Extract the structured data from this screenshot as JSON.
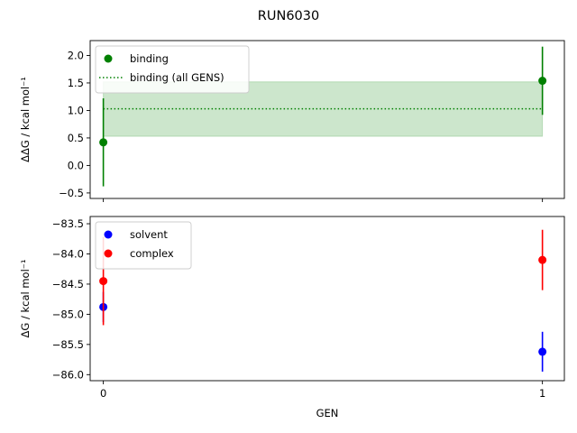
{
  "figure_title": "RUN6030",
  "chart_data": [
    {
      "type": "scatter",
      "panel": "top",
      "ylabel": "ΔΔG / kcal mol⁻¹",
      "xlim": [
        -0.03,
        1.05
      ],
      "ylim": [
        -0.6,
        2.27
      ],
      "x_ticks": [
        0,
        1
      ],
      "x_tick_labels": [
        "",
        ""
      ],
      "y_ticks": [
        -0.5,
        0.0,
        0.5,
        1.0,
        1.5,
        2.0
      ],
      "y_tick_labels": [
        "−0.5",
        "0.0",
        "0.5",
        "1.0",
        "1.5",
        "2.0"
      ],
      "legend_position": "top-left",
      "series": [
        {
          "name": "binding",
          "color": "#008000",
          "marker": "circle",
          "x": [
            0,
            1
          ],
          "y": [
            0.42,
            1.54
          ],
          "yerr": [
            0.8,
            0.62
          ]
        }
      ],
      "reference_line": {
        "name": "binding (all GENS)",
        "color": "#008000",
        "style": "dotted",
        "y": 1.03,
        "x_range": [
          0,
          1
        ],
        "band": [
          0.53,
          1.52
        ],
        "band_color": "#008000",
        "band_opacity": 0.2
      }
    },
    {
      "type": "scatter",
      "panel": "bottom",
      "xlabel": "GEN",
      "ylabel": "ΔG / kcal mol⁻¹",
      "xlim": [
        -0.03,
        1.05
      ],
      "ylim": [
        -86.1,
        -83.38
      ],
      "x_ticks": [
        0,
        1
      ],
      "x_tick_labels": [
        "0",
        "1"
      ],
      "y_ticks": [
        -86.0,
        -85.5,
        -85.0,
        -84.5,
        -84.0,
        -83.5
      ],
      "y_tick_labels": [
        "−86.0",
        "−85.5",
        "−85.0",
        "−84.5",
        "−84.0",
        "−83.5"
      ],
      "legend_position": "top-left",
      "series": [
        {
          "name": "solvent",
          "color": "#0000ff",
          "marker": "circle",
          "x": [
            0,
            1
          ],
          "y": [
            -84.88,
            -85.62
          ],
          "yerr": [
            0.25,
            0.33
          ]
        },
        {
          "name": "complex",
          "color": "#ff0000",
          "marker": "circle",
          "x": [
            0,
            1
          ],
          "y": [
            -84.45,
            -84.1
          ],
          "yerr": [
            0.73,
            0.5
          ]
        }
      ]
    }
  ]
}
